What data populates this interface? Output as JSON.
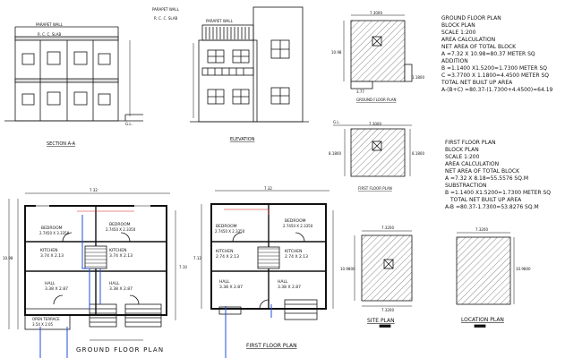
{
  "section": {
    "title": "SECTION A-A",
    "parapet": "PARAPET WALL",
    "slab": "R. C. C. SLAB",
    "gl": "G.L."
  },
  "elevation": {
    "title": "ELEVATION",
    "parapet": "PARAPET WALL",
    "slab": "R. C. C. SLAB"
  },
  "ground_block": {
    "title": "GROUND FLOOR PLAN",
    "dim_top": "7.3000",
    "dim_left": "10.98",
    "dim_right": "1.1800",
    "dim_small": "3.77"
  },
  "first_block": {
    "title": "FIRST FLOOR PLAN",
    "dim_top": "7.3000",
    "dim_left": "8.1800",
    "dim_right": "8.1800",
    "gl": "G.L."
  },
  "notes_ground": [
    "GROUND FLOOR PLAN",
    "BLOCK PLAN",
    "SCALE 1:200",
    "AREA CALCULATION",
    "NET AREA OF TOTAL BLOCK",
    "A =7.32 X 10.98=80.37 METER SQ",
    "ADDITION",
    "B =1.1400 X1.5200=1.7300 METER SQ",
    "C =3.7700 X 1.1800=4.4500 METER SQ",
    "TOTAL NET BUILT UP AREA",
    "A-(B+C) =80.37-(1.7300+4.4500)=64.19"
  ],
  "notes_first": [
    "FIRST FLOOR PLAN",
    "BLOCK PLAN",
    "SCALE 1:200",
    "AREA CALCULATION",
    "NET AREA OF TOTAL BLOCK",
    "A =7.32 X 8.18=55.5576 SQ.M",
    "SUBSTRACTION",
    "B =1.1400 X1.5200=1.7300 METER SQ",
    "TOTAL NET BUILT UP AREA",
    "A-B =80.37-1.7300=53.8276 SQ.M"
  ],
  "ground_plan": {
    "title": "GROUND FLOOR PLAN",
    "dim_top": "7.32",
    "dim_left": "10.98",
    "dim_right": "7.10",
    "rooms": {
      "bedroom1": "BEDROOM",
      "bedroom1_size": "2.7450 X 3.3350",
      "bedroom2": "BEDROOM",
      "bedroom2_size": "2.7450 X 2.3350",
      "kitchen1": "KITCHEN",
      "kitchen1_size": "3.74 X 2.13",
      "kitchen2": "KITCHEN",
      "kitchen2_size": "3.74 X 2.13",
      "hall1": "HALL",
      "hall1_size": "3.38 X 2.87",
      "hall2": "HALL",
      "hall2_size": "3.38 X 2.87",
      "terrace": "OPEN TERRACE",
      "terrace_size": "3.54 X 2.05"
    }
  },
  "first_plan": {
    "title": "FIRST FLOOR PLAN",
    "dim_top": "7.32",
    "dim_left": "7.12",
    "rooms": {
      "bedroom1": "BEDROOM",
      "bedroom1_size": "2.7450 X 2.3350",
      "bedroom2": "BEDROOM",
      "bedroom2_size": "2.7450 X 2.3350",
      "kitchen1": "KITCHEN",
      "kitchen1_size": "2.74 X 2.13",
      "kitchen2": "KITCHEN",
      "kitchen2_size": "2.74 X 2.13",
      "hall1": "HALL",
      "hall1_size": "3.38 X 2.87",
      "hall2": "HALL",
      "hall2_size": "3.38 X 2.87"
    }
  },
  "site_plan": {
    "title": "SITE PLAN",
    "dim_top": "7.3200",
    "dim_left": "10.9800",
    "dim_bottom": "7.3200"
  },
  "location_plan": {
    "title": "LOCATION PLAN",
    "dim_top": "7.3200",
    "dim_right": "10.9800"
  },
  "colors": {
    "line": "#111111",
    "wiring": "#1f4fd8",
    "hatch": "#555555"
  }
}
